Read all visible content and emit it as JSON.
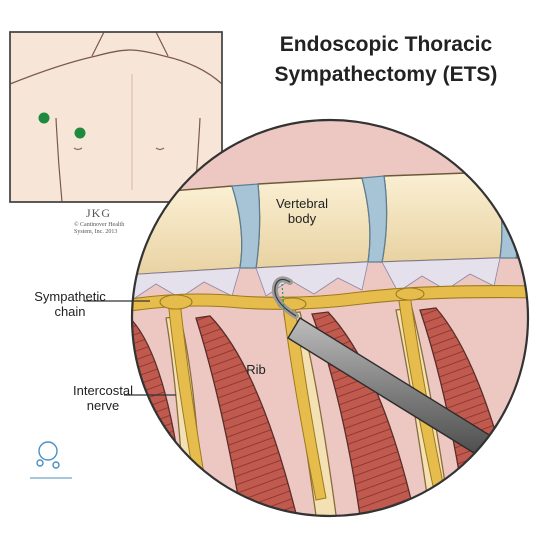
{
  "title_line1": "Endoscopic Thoracic",
  "title_line2": "Sympathectomy (ETS)",
  "labels": {
    "vertebral_1": "Vertebral",
    "vertebral_2": "body",
    "sympathetic_1": "Sympathetic",
    "sympathetic_2": "chain",
    "rib": "Rib",
    "intercostal_1": "Intercostal",
    "intercostal_2": "nerve"
  },
  "credit": {
    "initials": "JKG",
    "line1": "© Cantinover Health",
    "line2": "System, Inc. 2013"
  },
  "colors": {
    "outline": "#333333",
    "vertebra": "#f3e3bf",
    "disc": "#a7c4d6",
    "nerve": "#e6bd4c",
    "muscle": "#b94f45",
    "rib": "#f3e0b3",
    "instrument": "#777777",
    "background_tissue": "#edc8c2",
    "skin": "#f7e5d8",
    "port_marker": "#1f8a3d"
  }
}
